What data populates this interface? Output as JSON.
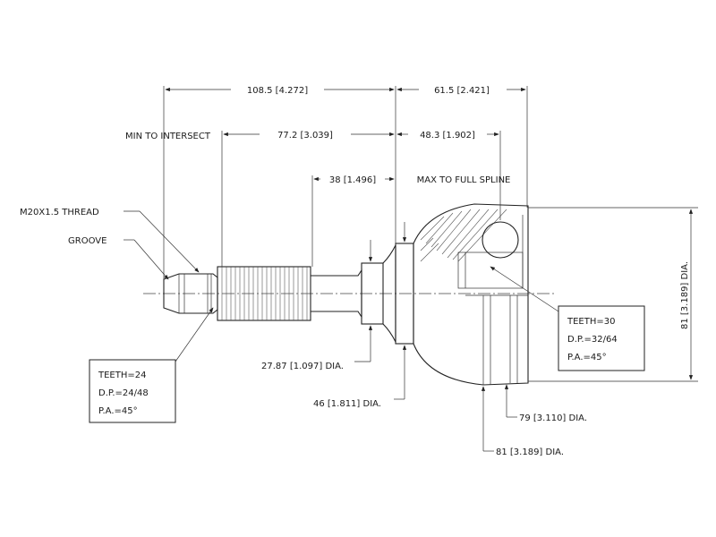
{
  "dimensions": {
    "overall_left": "108.5 [4.272]",
    "overall_right": "61.5 [2.421]",
    "min_to_intersect_label": "MIN TO INTERSECT",
    "min_to_intersect": "77.2 [3.039]",
    "max_to_full_spline_value": "48.3 [1.902]",
    "max_to_full_spline_label": "MAX TO FULL SPLINE",
    "shoulder": "38 [1.496]",
    "shaft_dia": "27.87 [1.097] DIA.",
    "flange_dia": "46 [1.811] DIA.",
    "bell_dia_inner": "79 [3.110] DIA.",
    "bell_dia_outer": "81 [3.189] DIA.",
    "bell_height": "81 [3.189] DIA."
  },
  "callouts": {
    "thread": "M20X1.5 THREAD",
    "groove": "GROOVE"
  },
  "outer_spline": {
    "teeth": "TEETH=24",
    "dp": "D.P.=24/48",
    "pa": "P.A.=45°"
  },
  "inner_spline": {
    "teeth": "TEETH=30",
    "dp": "D.P.=32/64",
    "pa": "P.A.=45°"
  }
}
